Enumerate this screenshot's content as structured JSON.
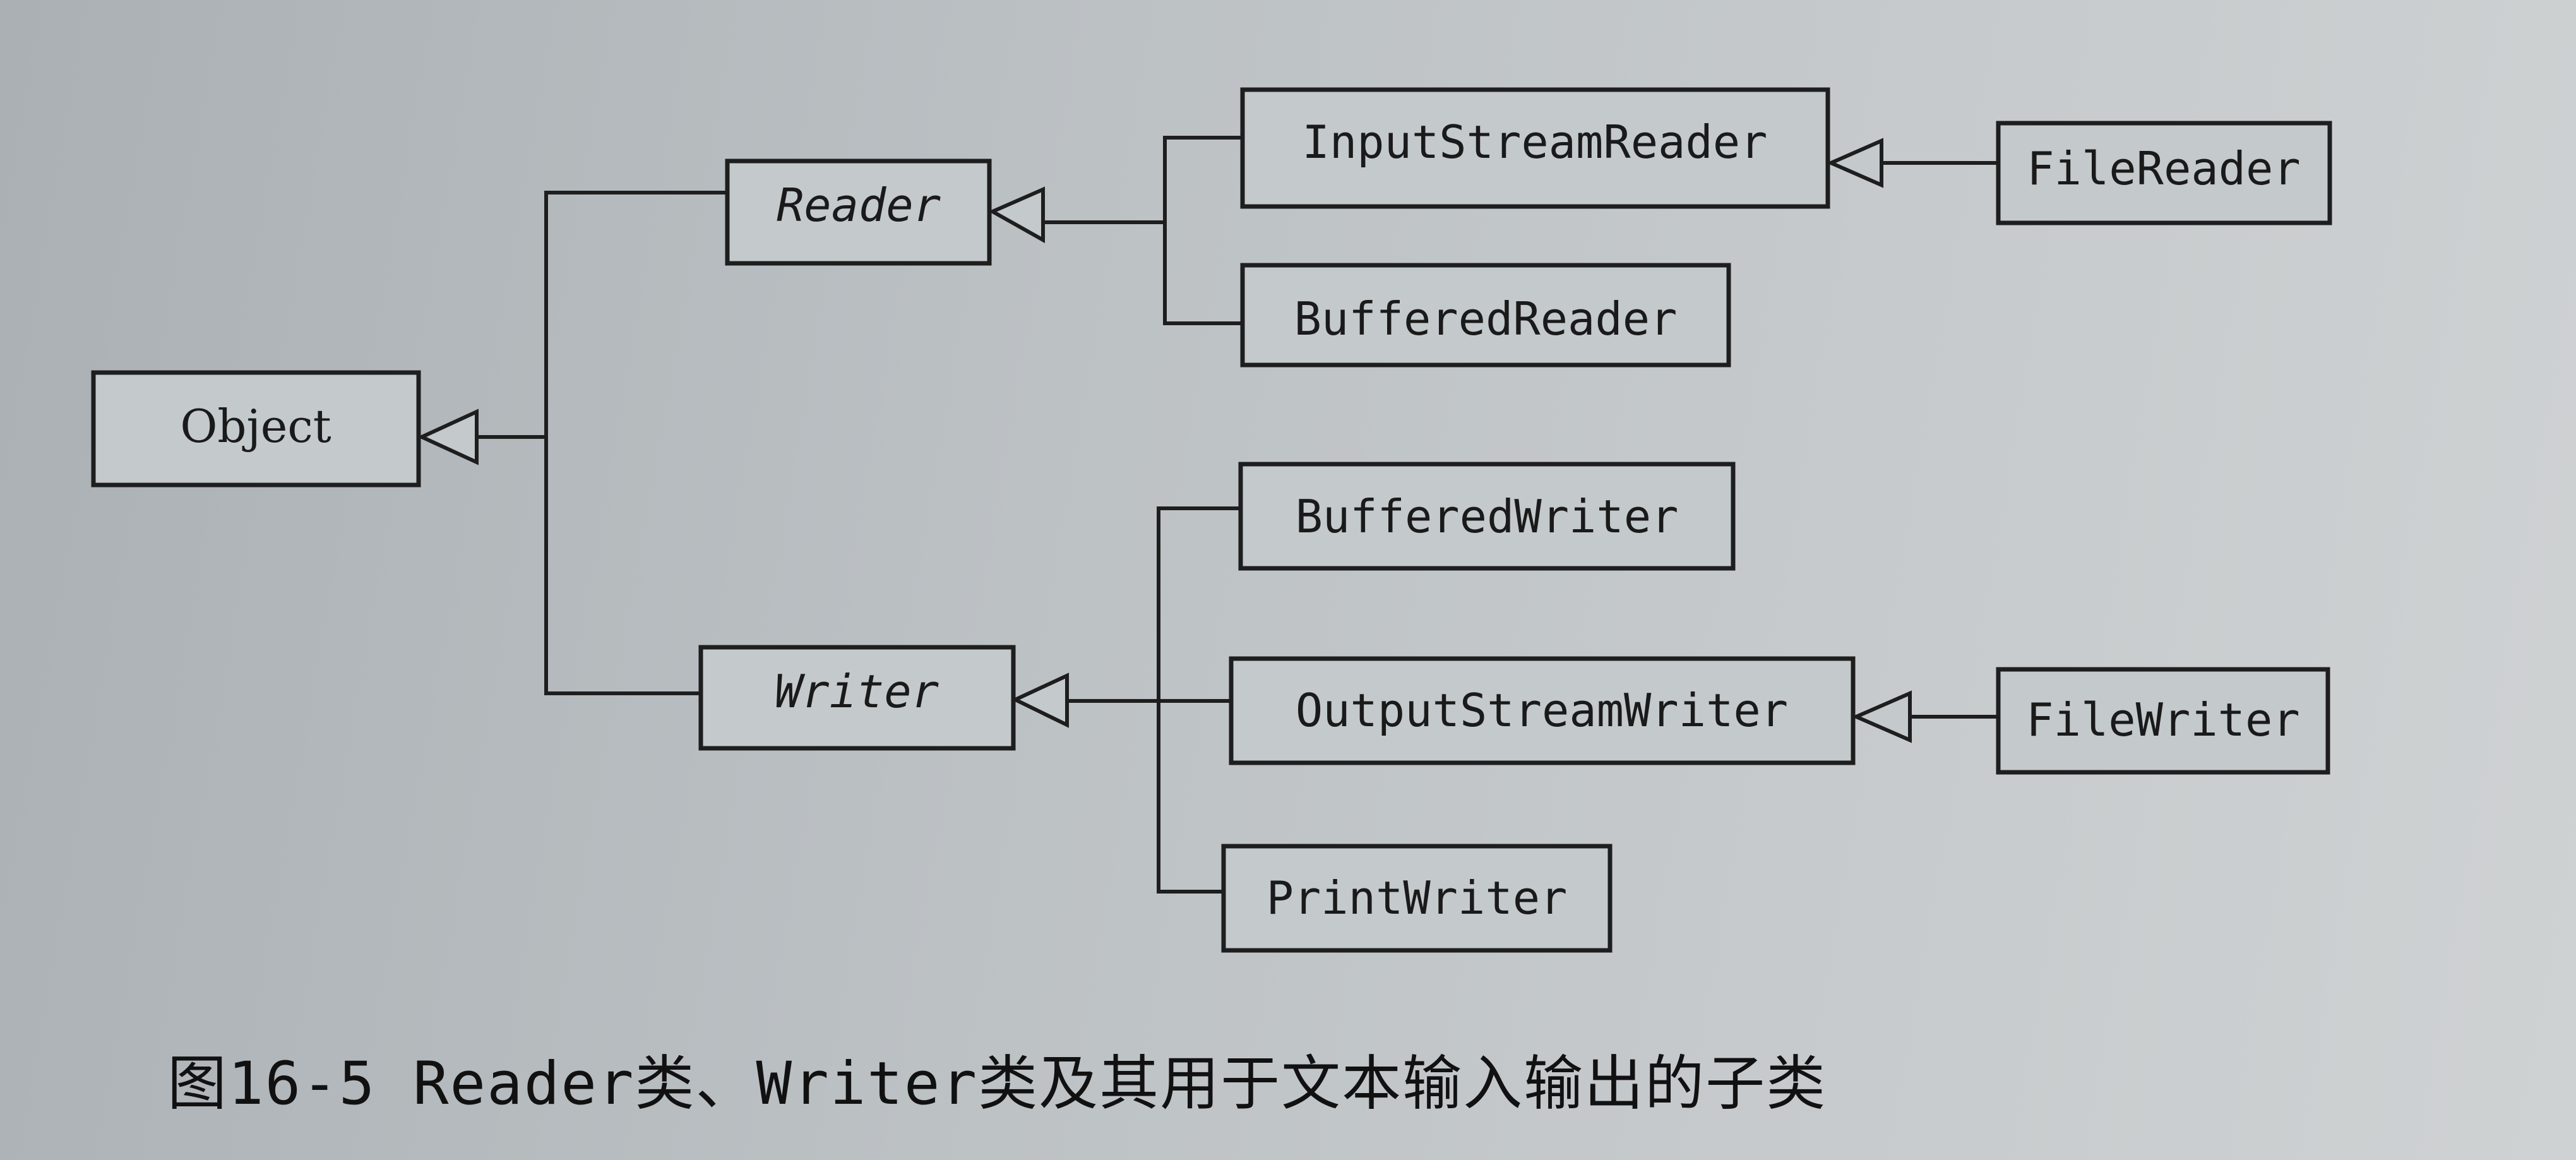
{
  "diagram": {
    "nodes": {
      "object": "Object",
      "reader": "Reader",
      "writer": "Writer",
      "input_stream_reader": "InputStreamReader",
      "buffered_reader": "BufferedReader",
      "file_reader": "FileReader",
      "buffered_writer": "BufferedWriter",
      "output_stream_writer": "OutputStreamWriter",
      "print_writer": "PrintWriter",
      "file_writer": "FileWriter"
    },
    "edges": [
      {
        "from": "reader",
        "to": "object",
        "type": "inheritance"
      },
      {
        "from": "writer",
        "to": "object",
        "type": "inheritance"
      },
      {
        "from": "input_stream_reader",
        "to": "reader",
        "type": "inheritance"
      },
      {
        "from": "buffered_reader",
        "to": "reader",
        "type": "inheritance"
      },
      {
        "from": "file_reader",
        "to": "input_stream_reader",
        "type": "inheritance"
      },
      {
        "from": "buffered_writer",
        "to": "writer",
        "type": "inheritance"
      },
      {
        "from": "output_stream_writer",
        "to": "writer",
        "type": "inheritance"
      },
      {
        "from": "print_writer",
        "to": "writer",
        "type": "inheritance"
      },
      {
        "from": "file_writer",
        "to": "output_stream_writer",
        "type": "inheritance"
      }
    ]
  },
  "caption": "图16-5  Reader类、Writer类及其用于文本输入输出的子类",
  "colors": {
    "line": "#1e1e1e",
    "box_fill": "#c4c9cc",
    "text": "#1a1a1a"
  }
}
